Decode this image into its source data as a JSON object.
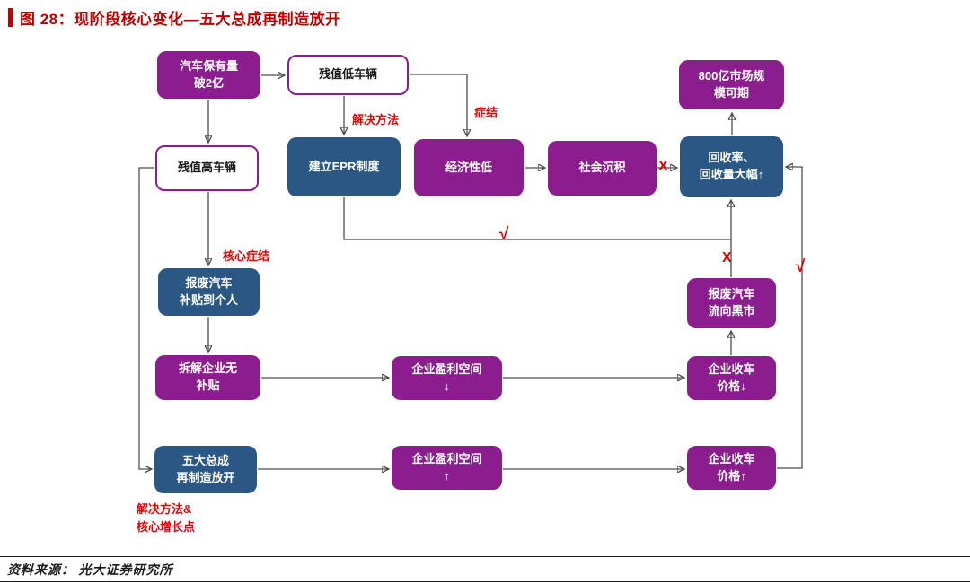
{
  "title": {
    "text": "图 28：现阶段核心变化—五大总成再制造放开"
  },
  "source": {
    "text": "资料来源： 光大证券研究所"
  },
  "colors": {
    "purple_box": "#8c1d8f",
    "blue_box": "#2a5783",
    "title_red": "#c00000",
    "annotation_red": "#e60000",
    "arrow": "#4d4d4d"
  },
  "boxes": {
    "car_ownership": {
      "label": "汽车保有量\n破2亿",
      "style": "purple"
    },
    "low_residual": {
      "label": "残值低车辆",
      "style": "white"
    },
    "market_scale": {
      "label": "800亿市场规\n模可期",
      "style": "purple"
    },
    "high_residual": {
      "label": "残值高车辆",
      "style": "white"
    },
    "epr": {
      "label": "建立EPR制度",
      "style": "blue"
    },
    "low_economy": {
      "label": "经济性低",
      "style": "purple"
    },
    "social_deposit": {
      "label": "社会沉积",
      "style": "purple"
    },
    "recycle_rate": {
      "label": "回收率、\n回收量大幅↑",
      "style": "blue"
    },
    "subsidy_individual": {
      "label": "报废汽车\n补贴到个人",
      "style": "blue"
    },
    "no_subsidy": {
      "label": "拆解企业无\n补贴",
      "style": "purple"
    },
    "profit_down": {
      "label": "企业盈利空间\n↓",
      "style": "purple"
    },
    "black_market": {
      "label": "报废汽车\n流向黑市",
      "style": "purple"
    },
    "price_down": {
      "label": "企业收车\n价格↓",
      "style": "purple"
    },
    "five_assembly": {
      "label": "五大总成\n再制造放开",
      "style": "blue"
    },
    "profit_up": {
      "label": "企业盈利空间\n↑",
      "style": "purple"
    },
    "price_up": {
      "label": "企业收车\n价格↑",
      "style": "purple"
    }
  },
  "annotations": {
    "solution_top": "解决方法",
    "crux_top": "症结",
    "check_1": "√",
    "x_1": "X",
    "core_crux": "核心症结",
    "x_2": "X",
    "check_2": "√",
    "solution_bottom": "解决方法&\n核心增长点"
  }
}
